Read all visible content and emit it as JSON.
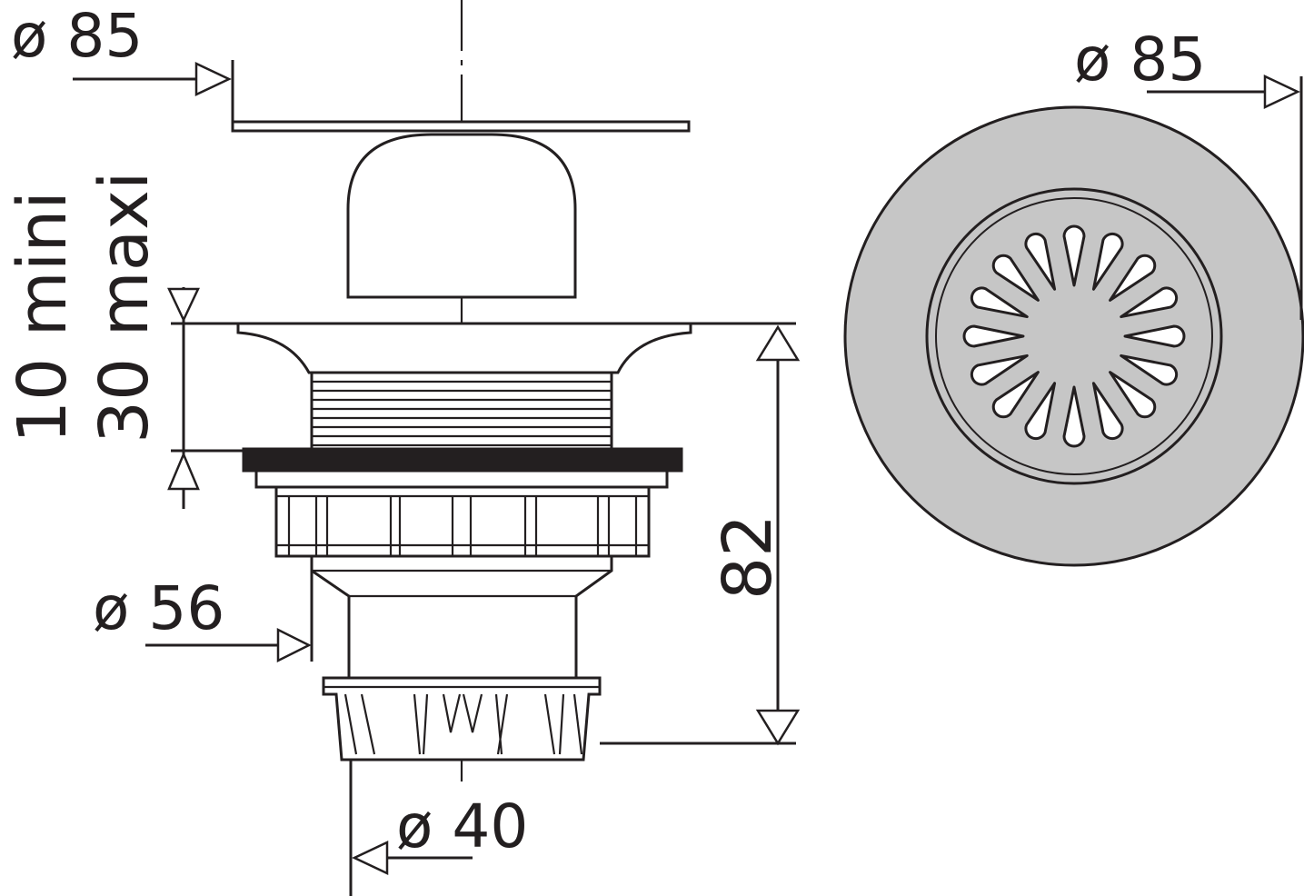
{
  "drawing": {
    "side_view": {
      "top_plate_diameter": "ø 85",
      "flange_depth_min": "10 mini",
      "flange_depth_max": "30 maxi",
      "outlet_diameter": "ø 56",
      "total_height": "82",
      "bottom_diameter": "ø 40"
    },
    "top_view": {
      "diameter": "ø 85",
      "petal_count": 16
    },
    "colors": {
      "line": "#231f20",
      "plate_fill": "#c6c6c6",
      "gasket": "#231f20",
      "background": "#ffffff"
    }
  }
}
